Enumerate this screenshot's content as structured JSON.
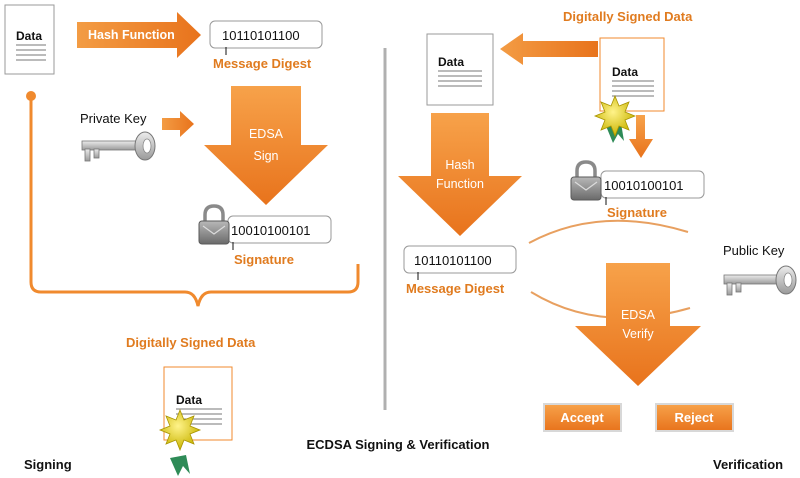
{
  "title": "ECDSA Signing & Verification",
  "colors": {
    "accent": "#f08a2e",
    "accent_dark": "#e0701a",
    "label_orange": "#e07b1f",
    "divider": "#b0b0b0",
    "text": "#111111"
  },
  "signing": {
    "section_label": "Signing",
    "doc_label": "Data",
    "hash_function_label": "Hash Function",
    "digest_value": "10110101100",
    "digest_caption": "Message Digest",
    "private_key_label": "Private Key",
    "sign_label_line1": "EDSA",
    "sign_label_line2": "Sign",
    "signature_value": "10010100101",
    "signature_caption": "Signature",
    "signed_data_caption": "Digitally Signed Data",
    "signed_doc_label": "Data"
  },
  "verification": {
    "section_label": "Verification",
    "signed_data_caption": "Digitally Signed Data",
    "doc_label": "Data",
    "signed_doc_label": "Data",
    "hash_label_line1": "Hash",
    "hash_label_line2": "Function",
    "digest_value": "10110101100",
    "digest_caption": "Message Digest",
    "signature_value": "10010100101",
    "signature_caption": "Signature",
    "public_key_label": "Public Key",
    "verify_label_line1": "EDSA",
    "verify_label_line2": "Verify",
    "accept_label": "Accept",
    "reject_label": "Reject"
  }
}
